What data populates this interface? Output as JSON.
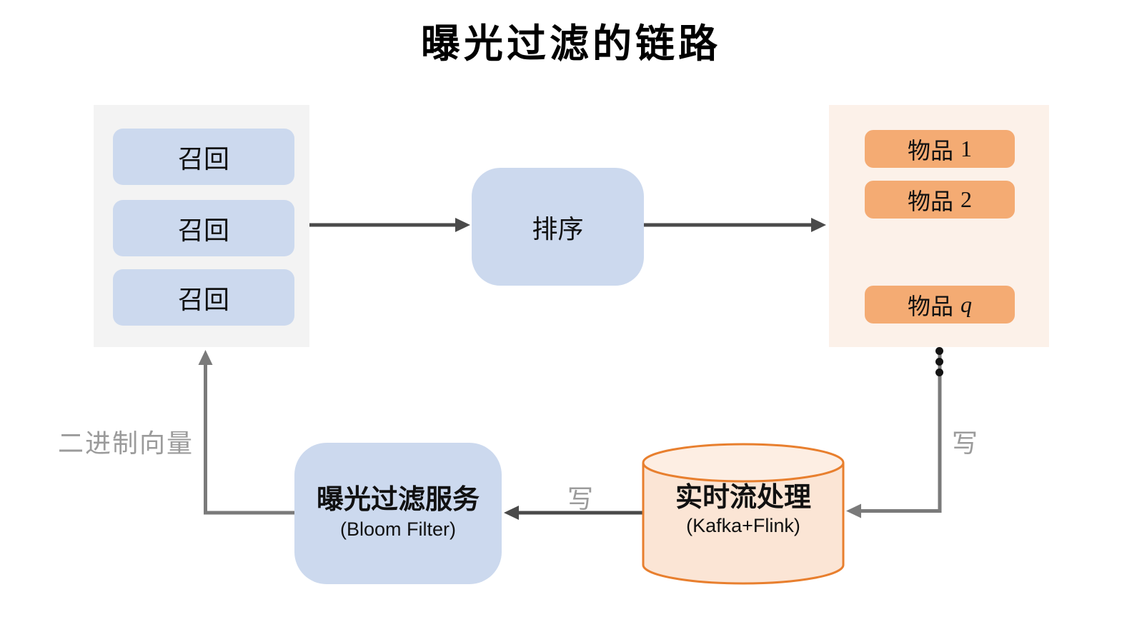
{
  "title": "曝光过滤的链路",
  "recall_panel": {
    "items": [
      {
        "label": "召回"
      },
      {
        "label": "召回"
      },
      {
        "label": "召回"
      }
    ]
  },
  "ranking": {
    "label": "排序"
  },
  "items_panel": {
    "items": [
      {
        "name": "物品",
        "var": "1"
      },
      {
        "name": "物品",
        "var": "2"
      },
      {
        "name": "物品",
        "var": "q"
      }
    ]
  },
  "stream_processor": {
    "label": "实时流处理",
    "sublabel": "(Kafka+Flink)"
  },
  "filter_service": {
    "label": "曝光过滤服务",
    "sublabel": "(Bloom Filter)"
  },
  "edges": {
    "write_to_stream": "写",
    "write_to_filter": "写",
    "binary_vector": "二进制向量"
  },
  "icons": {
    "vertical_ellipsis": "⋮"
  },
  "colors": {
    "background": "#ffffff",
    "gray_panel": "#f3f3f3",
    "blue_box": "#ccd9ee",
    "orange_panel": "#fcf1e9",
    "orange_box": "#f4ab73",
    "cylinder_fill": "#fbe5d5",
    "cylinder_top_fill": "#fdeee3",
    "cylinder_stroke": "#e87f2e",
    "arrow_dark": "#4a4a4a",
    "arrow_gray": "#7a7a7a",
    "edge_label_gray": "#9b9b9b",
    "text": "#111111"
  }
}
